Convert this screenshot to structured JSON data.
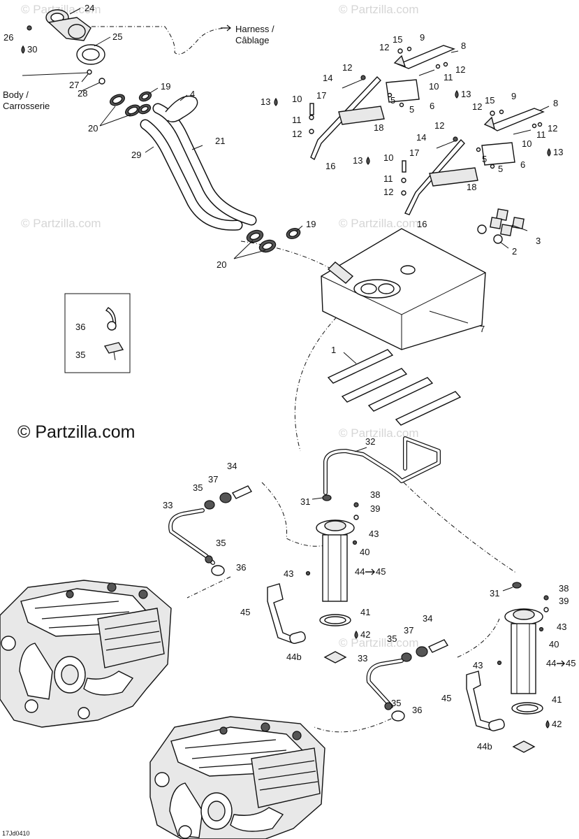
{
  "watermark": "© Partzilla.com",
  "main_watermark": "© Partzilla.com",
  "drawing_code": "17Jd0410",
  "annotations": {
    "harness": [
      "Harness /",
      "Câblage"
    ],
    "body": [
      "Body /",
      "Carrosserie"
    ]
  },
  "callouts": {
    "c24": "24",
    "c26": "26",
    "c30": "30",
    "c25": "25",
    "c27": "27",
    "c28": "28",
    "c19a": "19",
    "c4": "4",
    "c20a": "20",
    "c21": "21",
    "c29": "29",
    "c19b": "19",
    "c20b": "20",
    "c15a": "15",
    "c9a": "9",
    "c12a": "12",
    "c8a": "8",
    "c12b": "12",
    "c12c": "12",
    "c14a": "14",
    "c11a": "11",
    "c10a": "10",
    "c13a": "13",
    "c17a": "17",
    "c5a": "5",
    "c5b": "5",
    "c6a": "6",
    "c13b": "13",
    "c10b": "10",
    "c11b": "11",
    "c12d": "12",
    "c18a": "18",
    "c16a": "16",
    "c15b": "15",
    "c9b": "9",
    "c12e": "12",
    "c8b": "8",
    "c12f": "12",
    "c12g": "12",
    "c14b": "14",
    "c11c": "11",
    "c10c": "10",
    "c13c": "13",
    "c17b": "17",
    "c5c": "5",
    "c5d": "5",
    "c6b": "6",
    "c13d": "13",
    "c10d": "10",
    "c11d": "11",
    "c12h": "12",
    "c18b": "18",
    "c16b": "16",
    "c3": "3",
    "c2": "2",
    "c7": "7",
    "c1": "1",
    "c36a": "36",
    "c35a": "35",
    "c32": "32",
    "c34a": "34",
    "c35b": "35",
    "c37a": "37",
    "c33a": "33",
    "c31a": "31",
    "c38a": "38",
    "c39a": "39",
    "c43a": "43",
    "c40a": "40",
    "c35c": "35",
    "c36b": "36",
    "c43b": "43",
    "c44a": "44",
    "c45a": "45",
    "c45b": "45",
    "c41a": "41",
    "c42a": "42",
    "c44ba": "44b",
    "c31b": "31",
    "c38b": "38",
    "c39b": "39",
    "c34b": "34",
    "c37b": "37",
    "c35d": "35",
    "c43c": "43",
    "c40b": "40",
    "c33b": "33",
    "c44b": "44",
    "c45c": "45",
    "c43d": "43",
    "c45d": "45",
    "c35e": "35",
    "c36c": "36",
    "c41b": "41",
    "c42b": "42",
    "c44bb": "44b"
  }
}
